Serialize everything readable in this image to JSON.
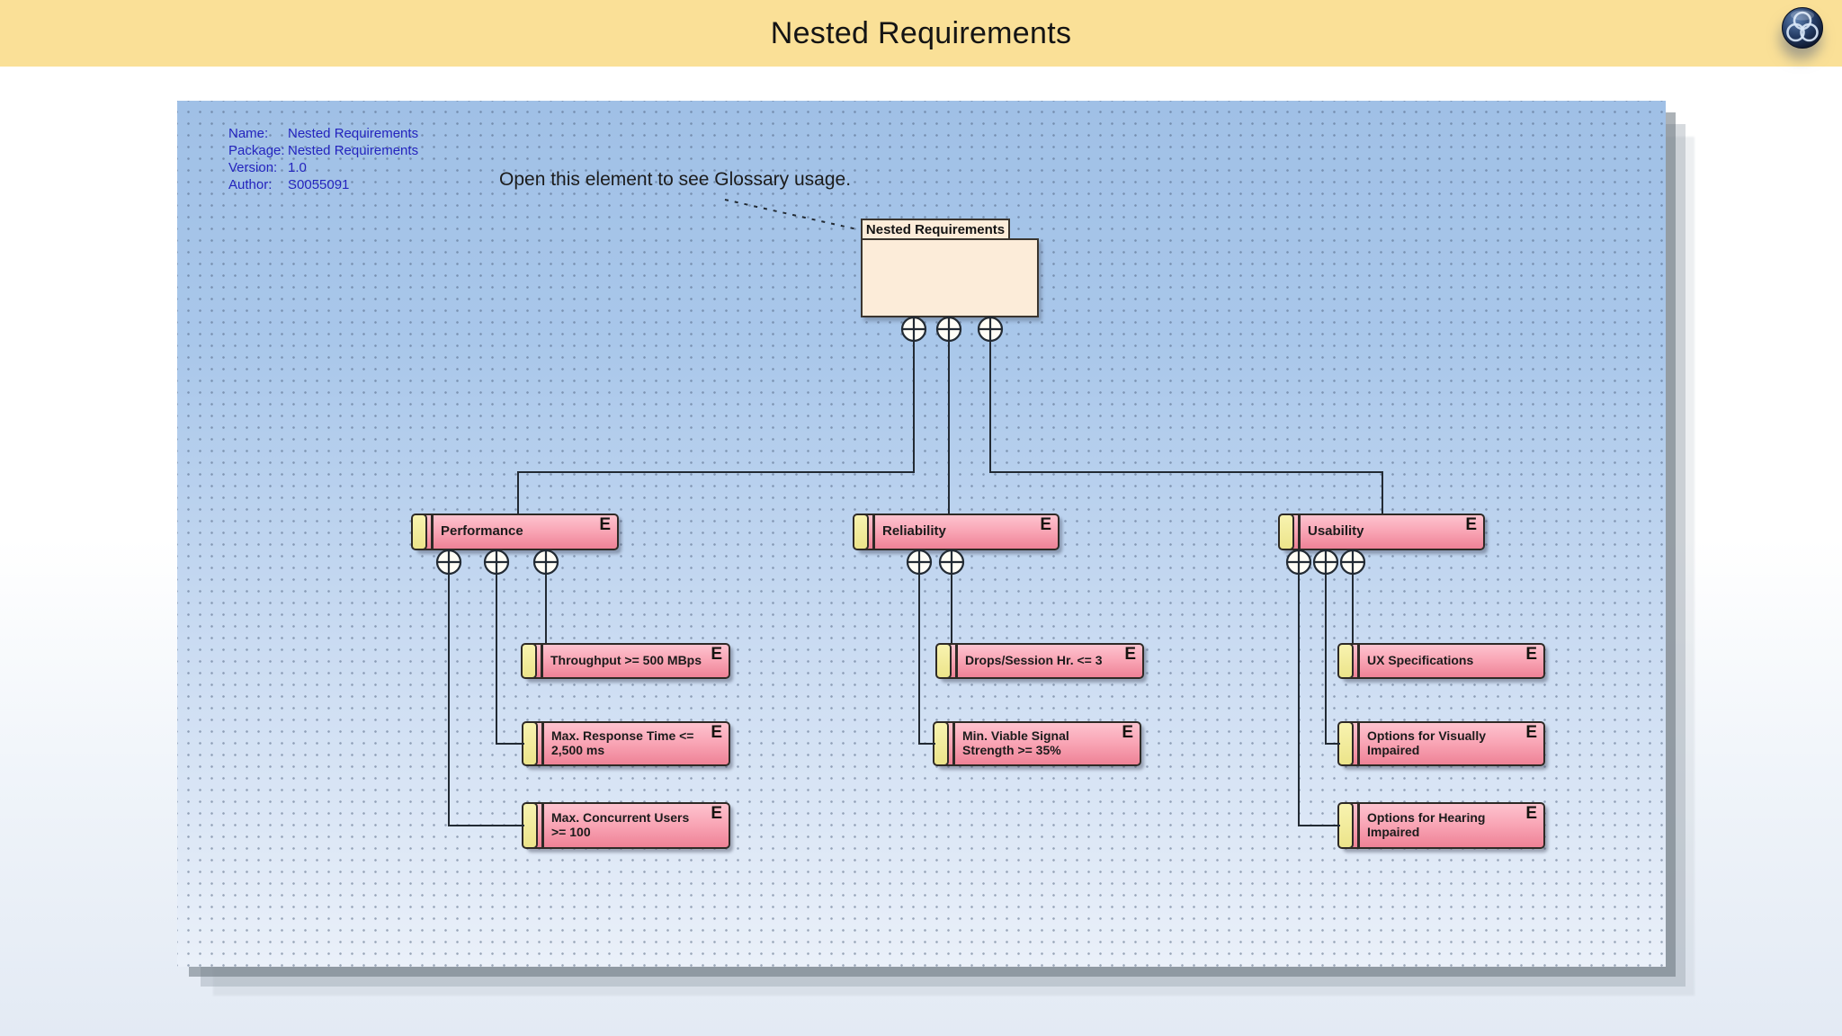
{
  "header": {
    "title": "Nested Requirements",
    "logo_icon": "sparx-sphere-icon"
  },
  "canvas": {
    "metadata": {
      "rows": [
        {
          "label": "Name:",
          "value": "Nested Requirements"
        },
        {
          "label": "Package:",
          "value": "Nested Requirements"
        },
        {
          "label": "Version:",
          "value": "1.0"
        },
        {
          "label": "Author:",
          "value": "S0055091"
        }
      ]
    },
    "note": "Open this element to see Glossary usage.",
    "root": {
      "label": "Nested Requirements"
    },
    "marker": "E",
    "parents": [
      {
        "label": "Performance",
        "children": [
          "Throughput >= 500 MBps",
          "Max. Response Time <= 2,500 ms",
          "Max. Concurrent Users >= 100"
        ]
      },
      {
        "label": "Reliability",
        "children": [
          "Drops/Session Hr. <= 3",
          "Min. Viable Signal Strength >= 35%"
        ]
      },
      {
        "label": "Usability",
        "children": [
          "UX Specifications",
          "Options for Visually Impaired",
          "Options for Hearing Impaired"
        ]
      }
    ],
    "colors": {
      "banner_yellow": "#fae097",
      "canvas_blue_top": "#a0c0e6",
      "canvas_blue_bottom": "#eaf0f9",
      "requirement_pink_top": "#fdc3cf",
      "requirement_pink_bottom": "#ee8296",
      "requirement_tab_yellow": "#f0e896",
      "package_cream": "#fcecd9",
      "metadata_blue": "#2424be",
      "connector_dark": "#222a33"
    }
  }
}
